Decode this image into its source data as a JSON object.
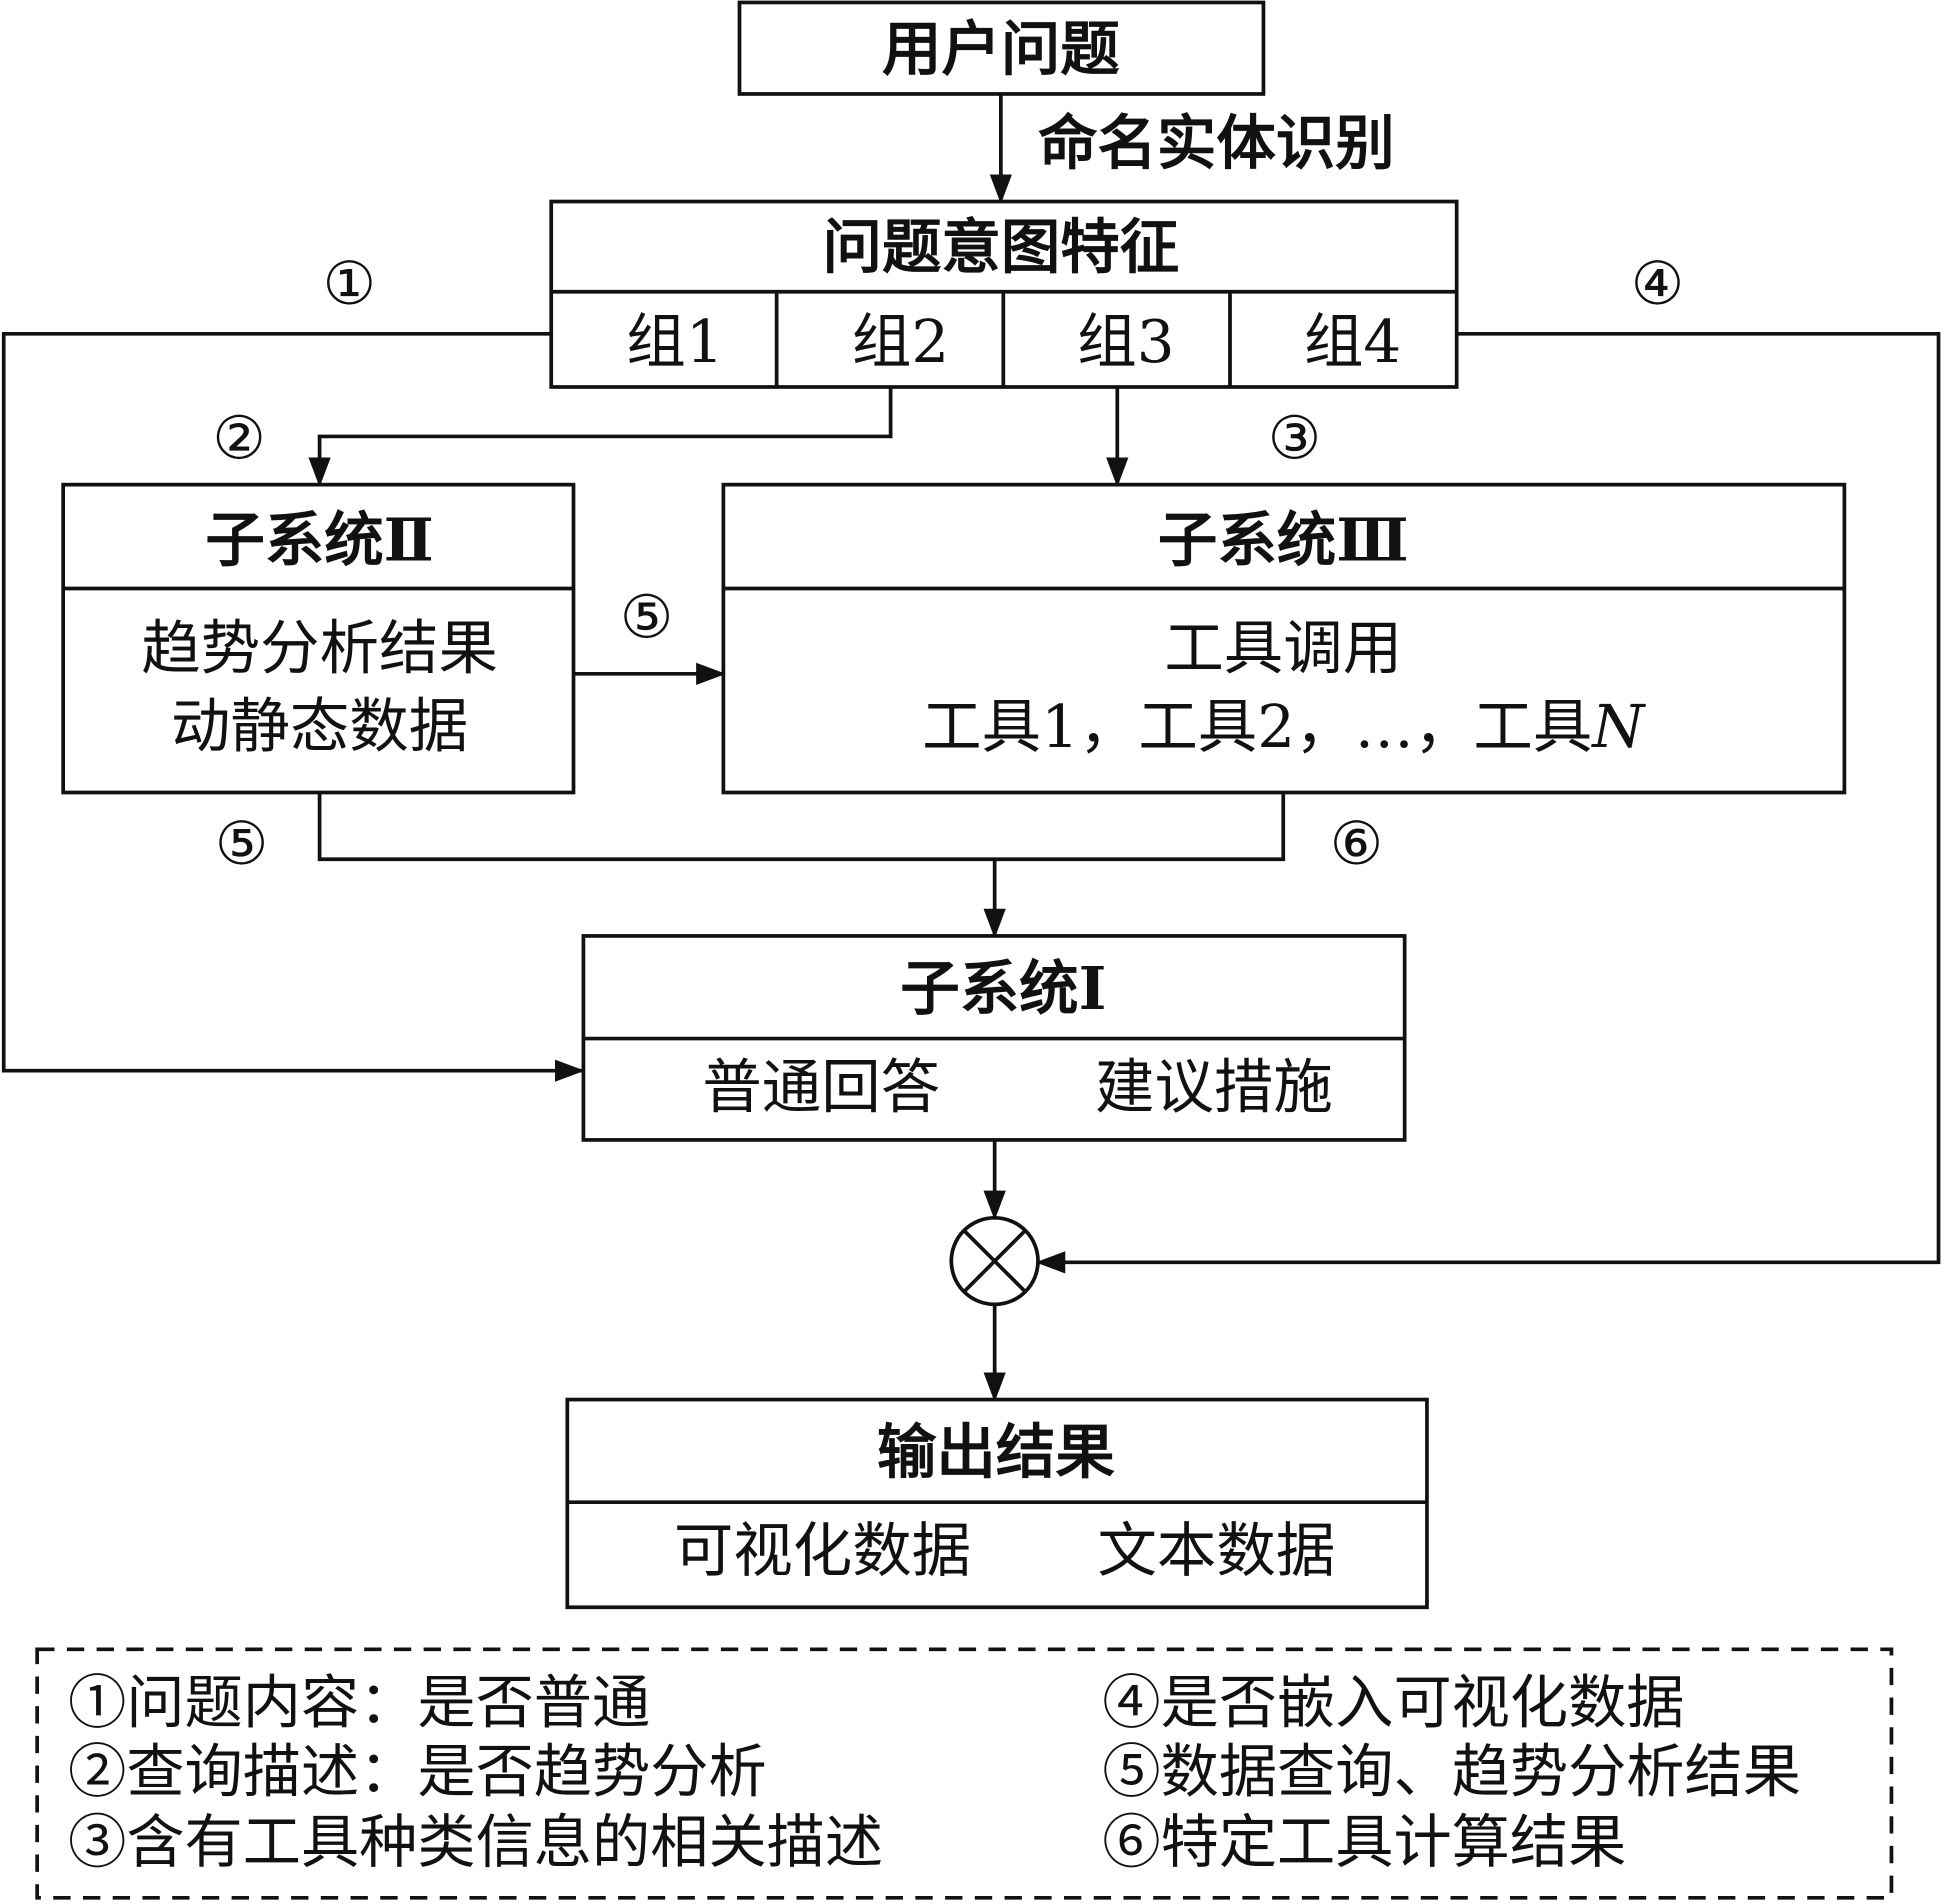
{
  "diagram": {
    "user_question": "用户问题",
    "ner_label": "命名实体识别",
    "intent_features": {
      "title": "问题意图特征",
      "groups": [
        "组1",
        "组2",
        "组3",
        "组4"
      ]
    },
    "subsystem_2": {
      "title": "子系统Ⅱ",
      "lines": [
        "趋势分析结果",
        "动静态数据"
      ]
    },
    "subsystem_3": {
      "title": "子系统Ⅲ",
      "line1": "工具调用",
      "tools_prefix": "工具1，工具2，…，工具",
      "tools_var": "N"
    },
    "subsystem_1": {
      "title": "子系统Ⅰ",
      "items": [
        "普通回答",
        "建议措施"
      ]
    },
    "output": {
      "title": "输出结果",
      "items": [
        "可视化数据",
        "文本数据"
      ]
    },
    "edge_labels": [
      "①",
      "②",
      "③",
      "④",
      "⑤",
      "⑤",
      "⑥"
    ],
    "legend": [
      "①问题内容：是否普通",
      "②查询描述：是否趋势分析",
      "③含有工具种类信息的相关描述",
      "④是否嵌入可视化数据",
      "⑤数据查询、趋势分析结果",
      "⑥特定工具计算结果"
    ],
    "icons": {
      "combine": "circle-times-icon"
    }
  },
  "colors": {
    "stroke": "#111111",
    "background": "#ffffff"
  }
}
